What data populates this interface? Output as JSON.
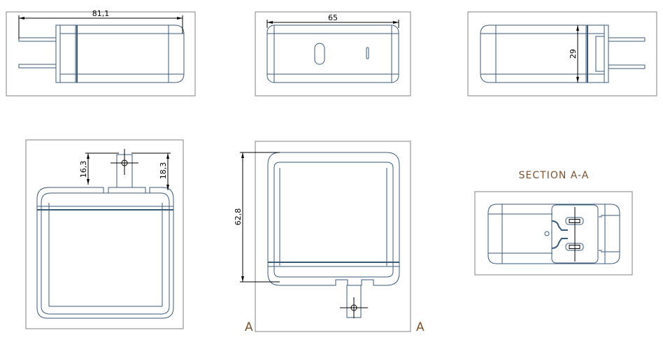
{
  "dimensions": {
    "length": "81,1",
    "width": "65",
    "thickness": "29",
    "prong_a": "16,3",
    "prong_b": "18,3",
    "height": "62,8"
  },
  "section": {
    "title": "SECTION A-A",
    "marker_left": "A",
    "marker_right": "A"
  }
}
